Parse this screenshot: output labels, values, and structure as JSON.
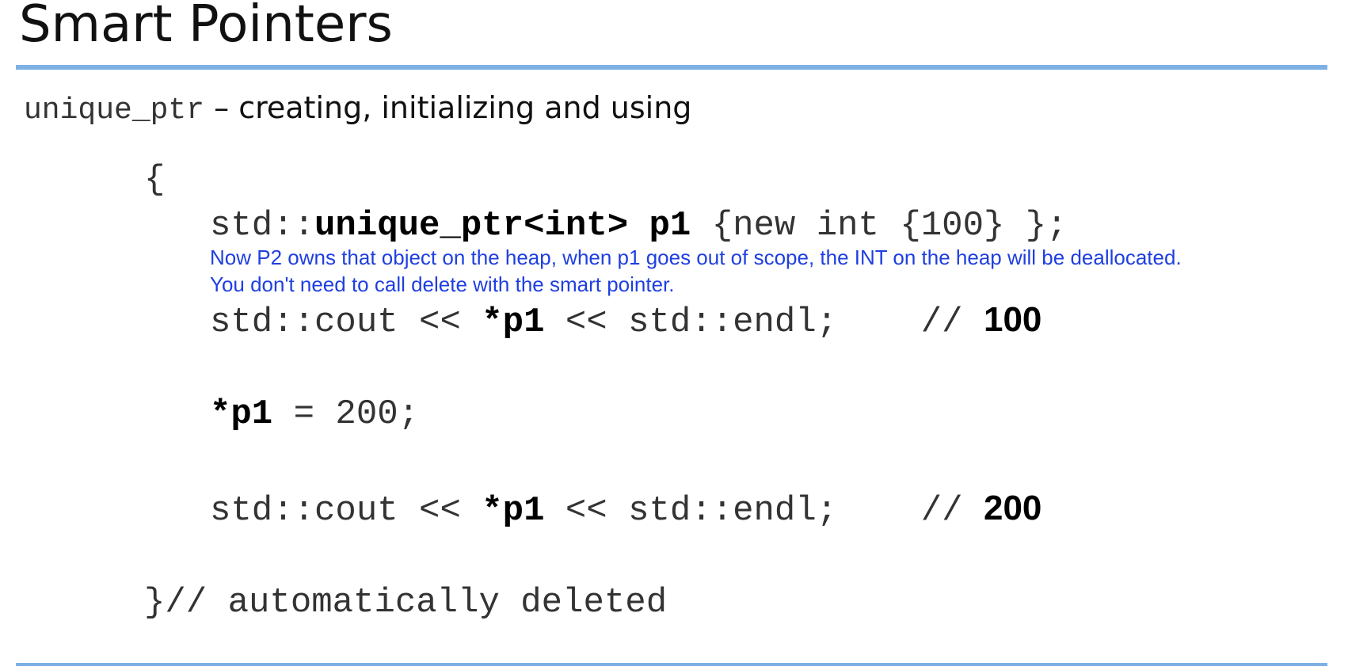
{
  "slide": {
    "title": "Smart Pointers"
  },
  "subtitle": {
    "code": "unique_ptr",
    "text": " – creating, initializing and using"
  },
  "code": {
    "open_brace": "{",
    "line1_prefix": "std::",
    "line1_bold": "unique_ptr<int> p1",
    "line1_rest": " {new int {100} };",
    "cout1_prefix": "std::cout << ",
    "cout1_bold": "*p1",
    "cout1_rest": " << std::endl;    // ",
    "cout1_value": "100",
    "assign_bold": "*p1",
    "assign_rest": " = 200;",
    "cout2_prefix": "std::cout << ",
    "cout2_bold": "*p1",
    "cout2_rest": " << std::endl;    // ",
    "cout2_value": "200",
    "close": "}// automatically deleted"
  },
  "annotation": {
    "line1": "Now P2 owns that object on the heap, when p1 goes out of scope, the INT on the heap will be deallocated.",
    "line2": "You don't need to call delete with the smart pointer."
  },
  "colors": {
    "rule": "#7fb0e4",
    "annotation": "#1f3fe0"
  }
}
